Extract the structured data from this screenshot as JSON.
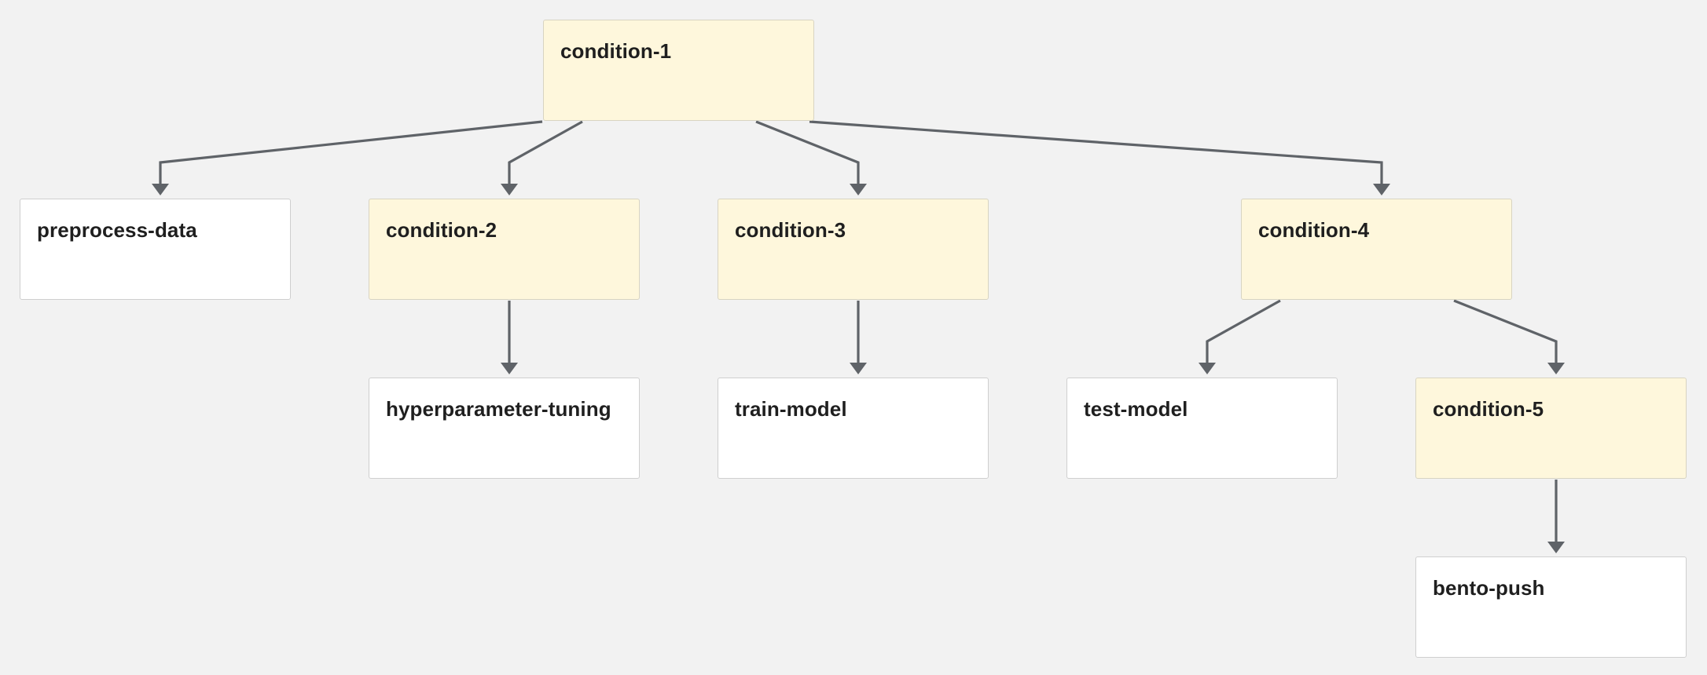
{
  "nodes": {
    "condition_1": {
      "label": "condition-1",
      "kind": "condition"
    },
    "preprocess_data": {
      "label": "preprocess-data",
      "kind": "task"
    },
    "condition_2": {
      "label": "condition-2",
      "kind": "condition"
    },
    "condition_3": {
      "label": "condition-3",
      "kind": "condition"
    },
    "condition_4": {
      "label": "condition-4",
      "kind": "condition"
    },
    "hyperparameter_tuning": {
      "label": "hyperparameter-tuning",
      "kind": "task"
    },
    "train_model": {
      "label": "train-model",
      "kind": "task"
    },
    "test_model": {
      "label": "test-model",
      "kind": "task"
    },
    "condition_5": {
      "label": "condition-5",
      "kind": "condition"
    },
    "bento_push": {
      "label": "bento-push",
      "kind": "task"
    }
  },
  "edges": [
    {
      "from": "condition_1",
      "to": "preprocess_data"
    },
    {
      "from": "condition_1",
      "to": "condition_2"
    },
    {
      "from": "condition_1",
      "to": "condition_3"
    },
    {
      "from": "condition_1",
      "to": "condition_4"
    },
    {
      "from": "condition_2",
      "to": "hyperparameter_tuning"
    },
    {
      "from": "condition_3",
      "to": "train_model"
    },
    {
      "from": "condition_4",
      "to": "test_model"
    },
    {
      "from": "condition_4",
      "to": "condition_5"
    },
    {
      "from": "condition_5",
      "to": "bento_push"
    }
  ],
  "colors": {
    "background": "#f2f2f2",
    "condition_fill": "#fef7dc",
    "task_fill": "#ffffff",
    "edge": "#5f6368"
  }
}
